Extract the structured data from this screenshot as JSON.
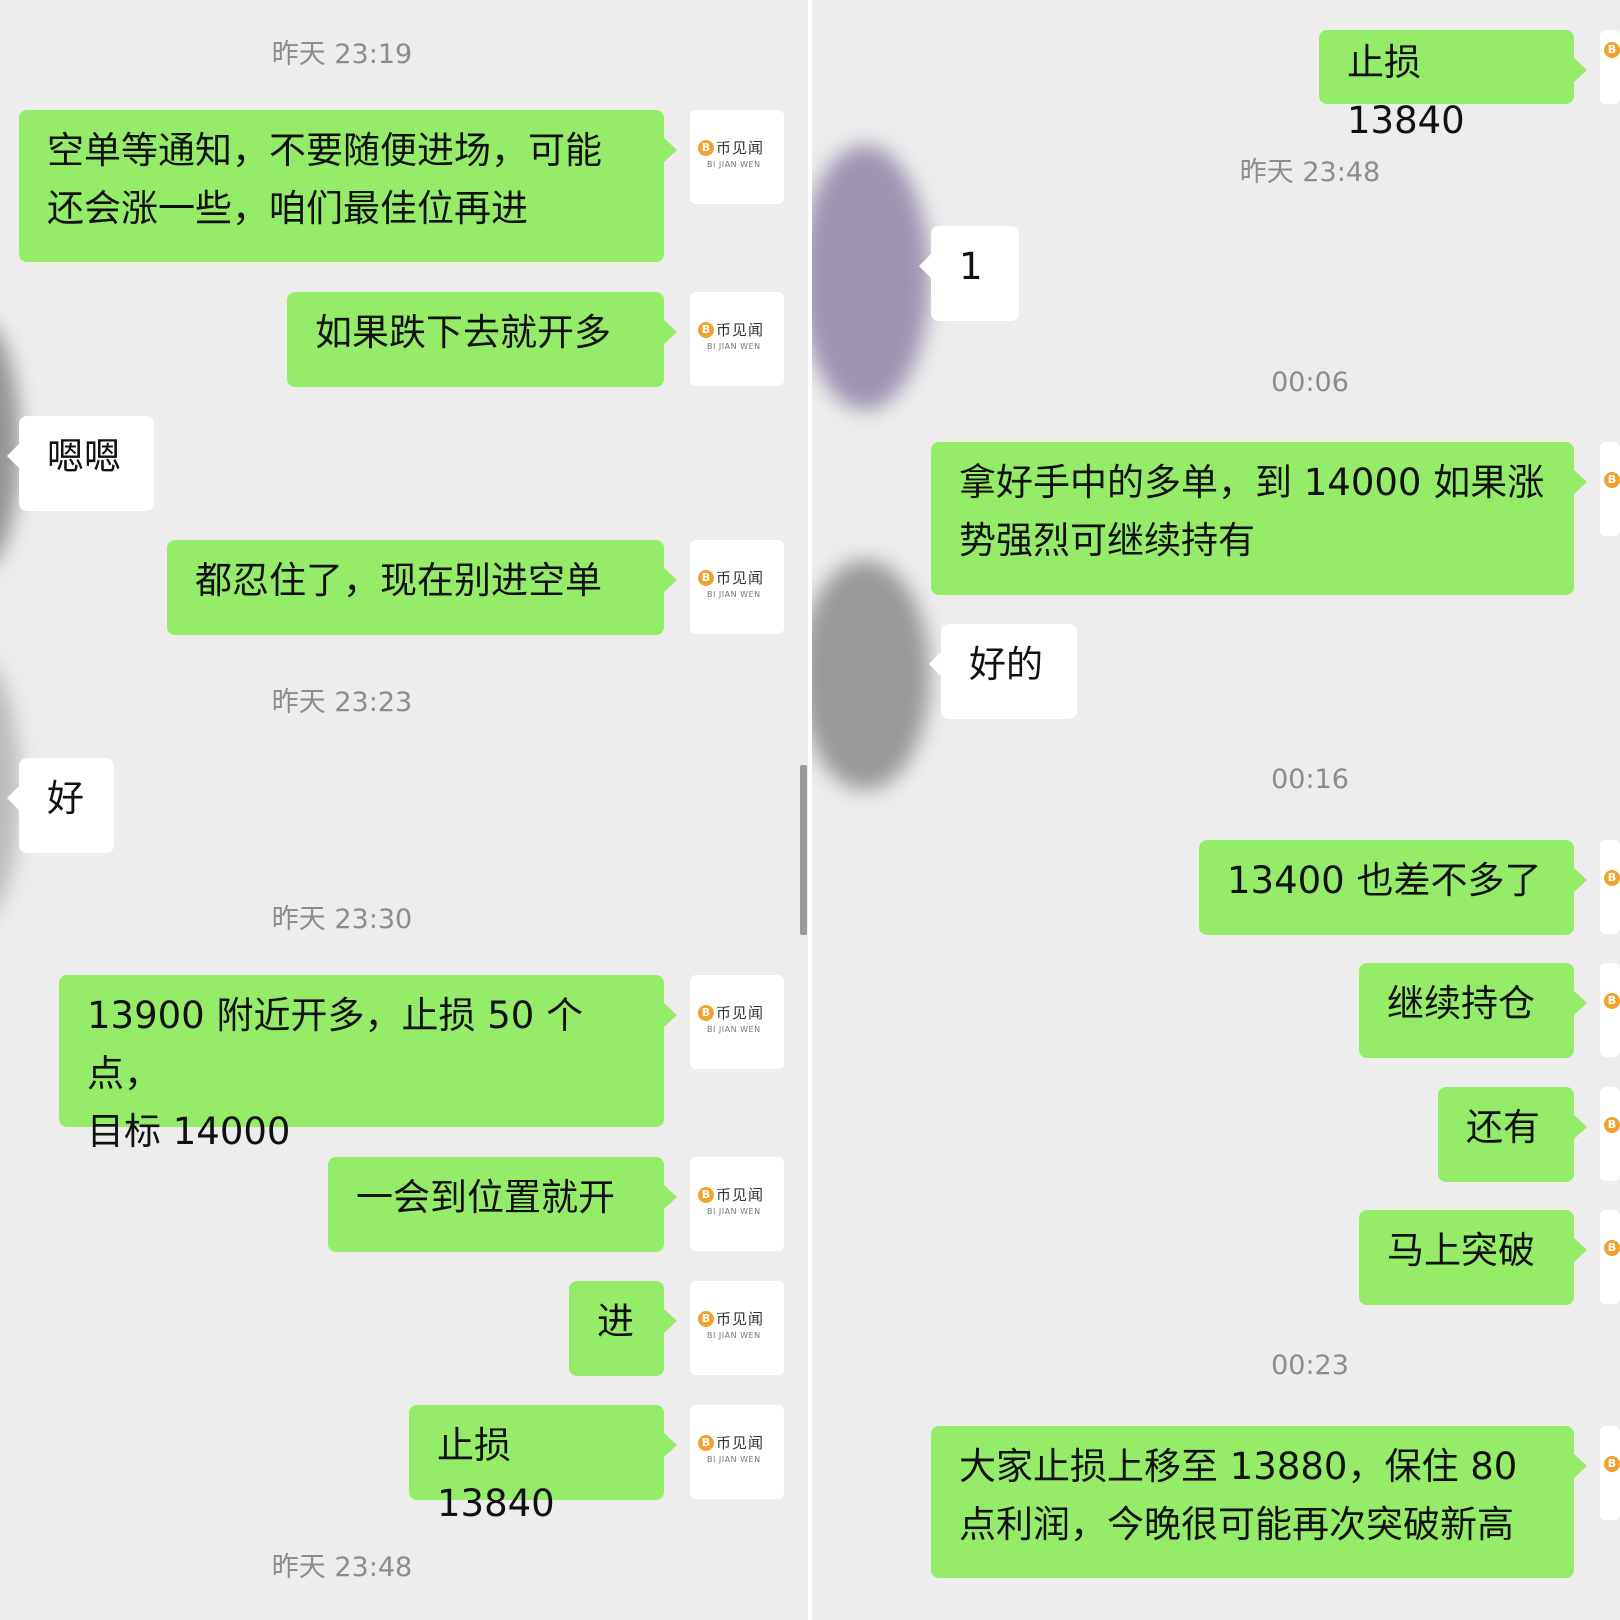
{
  "contact_avatar": {
    "icon": "bitcoin-icon",
    "logo_cn": "币见闻",
    "logo_en": "BI JIAN WEN"
  },
  "left": {
    "timestamps": [
      "昨天 23:19",
      "昨天 23:23",
      "昨天 23:30",
      "昨天 23:48"
    ],
    "messages": [
      "空单等通知，不要随便进场，可能\n还会涨一些，咱们最佳位再进",
      "如果跌下去就开多",
      "嗯嗯",
      "都忍住了，现在别进空单",
      "好",
      "13900 附近开多，止损 50 个点，\n目标 14000",
      "一会到位置就开",
      "进",
      "止损 13840"
    ]
  },
  "right": {
    "timestamps": [
      "昨天 23:48",
      "00:06",
      "00:16",
      "00:23"
    ],
    "messages": [
      "止损 13840",
      "1",
      "拿好手中的多单，到 14000 如果涨\n势强烈可继续持有",
      "好的",
      "13400 也差不多了",
      "继续持仓",
      "还有",
      "马上突破",
      "大家止损上移至 13880，保住 80\n点利润，今晚很可能再次突破新高"
    ]
  }
}
